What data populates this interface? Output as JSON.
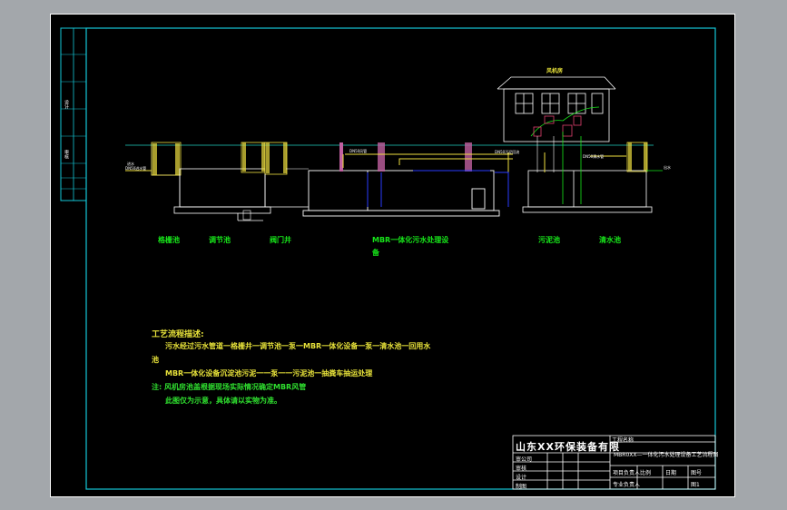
{
  "colors": {
    "background": "#a3a7ab",
    "sheet": "#000000",
    "frame": "#14c8d8",
    "structure": "#ffffff",
    "ground_line": "#1fd0c0",
    "yellow_pipe": "#f0e040",
    "blue_pipe": "#2a3cff",
    "pink": "#c060a0",
    "green": "#17e61a"
  },
  "building_label": "风机房",
  "tank_labels": [
    "格栅池",
    "调节池",
    "阀门井",
    "MBR一体化污水处理设",
    "备",
    "污泥池",
    "清水池"
  ],
  "pipe_labels": {
    "inlet": "进水",
    "inlet_pipe": "DN50进水管",
    "outlet": "出水",
    "air": "DN50风管",
    "sludge_return": "DN50污泥回流",
    "clean_water": "DN50清水管"
  },
  "notes": {
    "title": "工艺流程描述:",
    "line1": "污水经过污水管道一格栅井一调节池一泵一MBR一体化设备一泵一清水池一回用水",
    "line1b": "池",
    "line2": "MBR一体化设备沉淀池污泥一一泵一一污泥池一抽粪车抽运处理",
    "line3": "注: 风机房池盖根据现场实际情况确定MBR风管",
    "line4": "此图仅为示意，具体请以实物为准。"
  },
  "left_strip": {
    "label_a": "设计",
    "label_b": "审核"
  },
  "title_block": {
    "company": "山东XX环保装备有限",
    "project_label": "工程名称",
    "drawing_title": "MBR0XX—一体化污水处理设备工艺流程图",
    "rows": [
      "审公司",
      "审核",
      "设计",
      "制图"
    ],
    "row_labels": [
      "项目负责人",
      "专业负责人"
    ],
    "scale_label": "比例",
    "date_label": "日期",
    "sheet_label": "图号",
    "sheet_value": "图1"
  }
}
